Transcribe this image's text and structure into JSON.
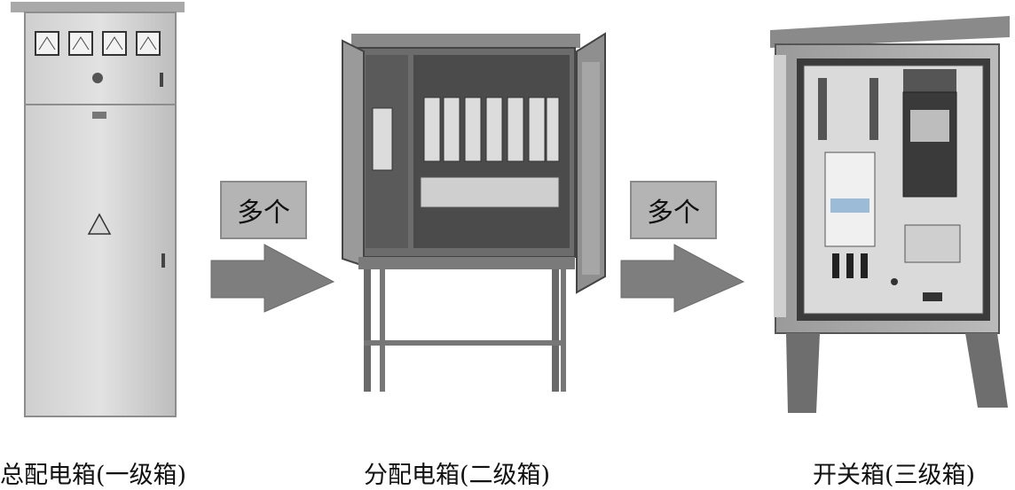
{
  "stages": [
    {
      "caption": "总配电箱(一级箱)"
    },
    {
      "caption": "分配电箱(二级箱)"
    },
    {
      "caption": "开关箱(三级箱)"
    }
  ],
  "connectors": [
    {
      "label": "多个"
    },
    {
      "label": "多个"
    }
  ]
}
